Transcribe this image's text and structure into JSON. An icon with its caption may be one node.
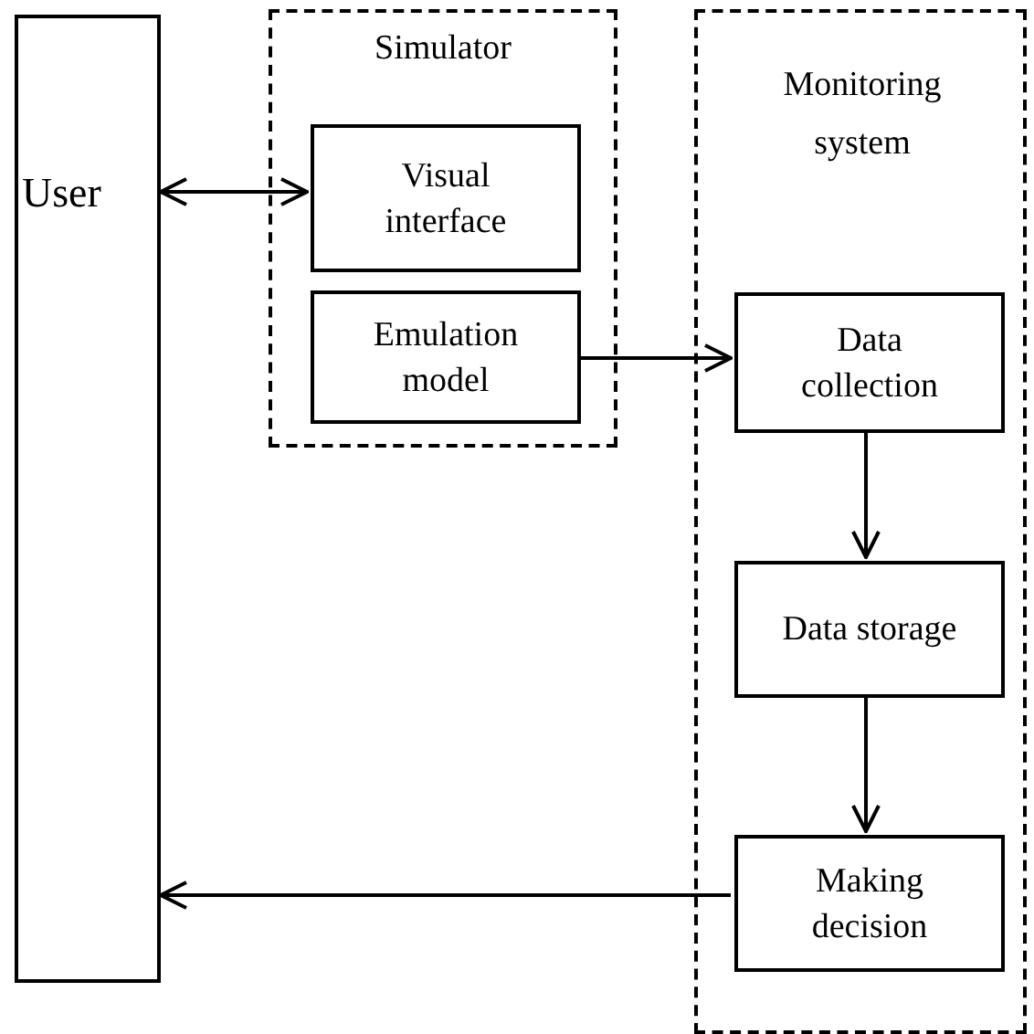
{
  "diagram": {
    "nodes": [
      {
        "text": [
          "User"
        ]
      },
      {
        "text": [
          "Simulator"
        ]
      },
      {
        "text": [
          "Visual interface"
        ],
        "in": 1
      },
      {
        "text": [
          "Emulation model"
        ],
        "in": 1
      },
      {
        "text": [
          "Monitoring system"
        ]
      },
      {
        "text": [
          "Data collection"
        ],
        "in": 4
      },
      {
        "text": [
          "Data storage"
        ],
        "in": 4
      },
      {
        "text": [
          "Making decision"
        ],
        "in": 4
      }
    ],
    "edges": [
      {
        "from": 0,
        "to": 2,
        "arrow": "both"
      },
      {
        "from": 3,
        "to": 5,
        "arrow": "to"
      },
      {
        "from": 5,
        "to": 6,
        "arrow": "to"
      },
      {
        "from": 6,
        "to": 7,
        "arrow": "to"
      },
      {
        "from": 7,
        "to": 0,
        "arrow": "to"
      }
    ]
  }
}
